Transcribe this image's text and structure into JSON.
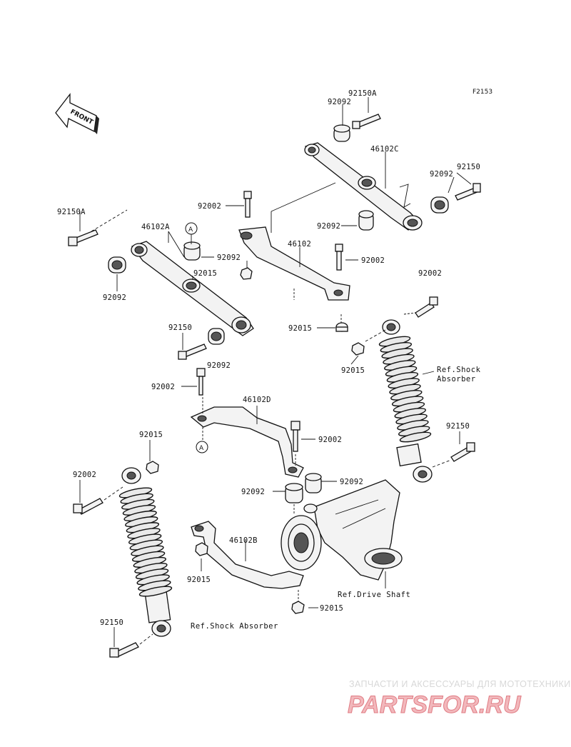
{
  "diagram": {
    "code": "F2153",
    "front_label": "FRONT",
    "circle_marker": "A",
    "labels": {
      "p92150A_top": "92150A",
      "p92092_top": "92092",
      "p46102C": "46102C",
      "p92150_r1": "92150",
      "p92092_r1": "92092",
      "p92002_a": "92002",
      "p92092_m1": "92092",
      "p92150A_left": "92150A",
      "p46102A": "46102A",
      "p46102": "46102",
      "p92092_m2": "92092",
      "p92015_a": "92015",
      "p92002_b": "92002",
      "p92092_left": "92092",
      "p92002_c": "92002",
      "p92150_l": "92150",
      "p92015_b": "92015",
      "p92092_l2": "92092",
      "p92015_c": "92015",
      "p92002_d": "92002",
      "p46102D": "46102D",
      "p92002_e": "92002",
      "p92015_d": "92015",
      "p92002_f": "92002",
      "p92150_r2": "92150",
      "p92092_b1": "92092",
      "p92092_b2": "92092",
      "p46102B": "46102B",
      "p92015_e": "92015",
      "p92015_f": "92015",
      "p92150_b": "92150"
    },
    "refs": {
      "shock_right_1": "Ref.Shock",
      "shock_right_2": "Absorber",
      "drive_shaft": "Ref.Drive Shaft",
      "shock_bottom": "Ref.Shock Absorber"
    }
  },
  "watermark": {
    "tagline": "ЗАПЧАСТИ И АКСЕССУАРЫ ДЛЯ МОТОТЕХНИКИ",
    "brand": "PARTSFOR.RU"
  }
}
